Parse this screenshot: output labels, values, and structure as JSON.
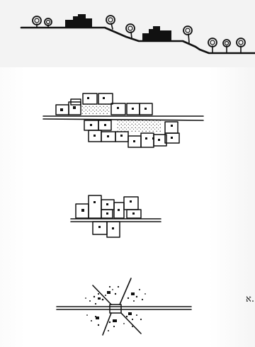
{
  "figure": {
    "panels": [
      {
        "id": "section-terrain",
        "depicts": "terrain-section"
      },
      {
        "id": "dense-cluster-plan",
        "depicts": "plan"
      },
      {
        "id": "small-cluster-plan",
        "depicts": "plan"
      },
      {
        "id": "crossroads-plan",
        "depicts": "plan"
      }
    ],
    "margin_mark": "א."
  }
}
